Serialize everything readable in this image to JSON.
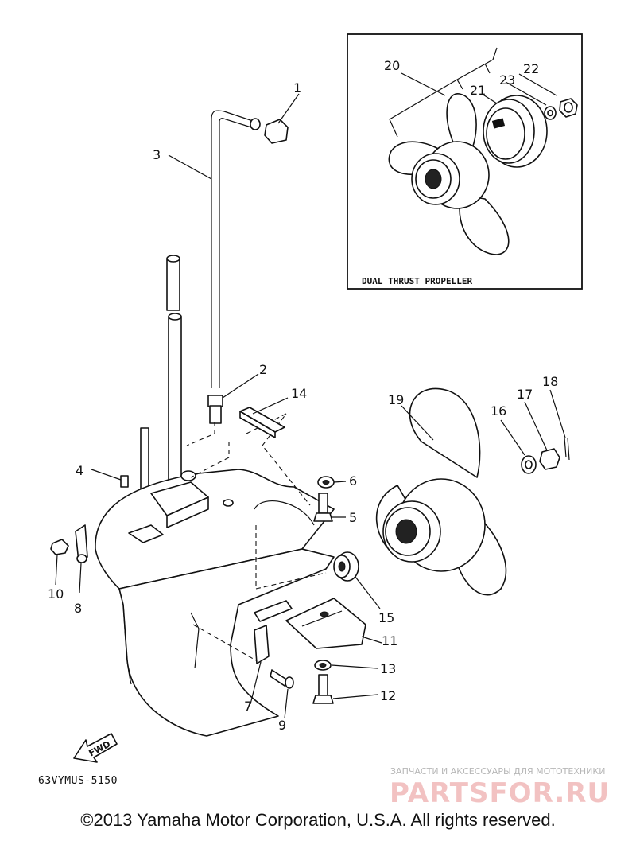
{
  "callouts": {
    "c1": "1",
    "c2": "2",
    "c3": "3",
    "c4": "4",
    "c5": "5",
    "c6": "6",
    "c7": "7",
    "c8": "8",
    "c9": "9",
    "c10": "10",
    "c11": "11",
    "c12": "12",
    "c13": "13",
    "c14": "14",
    "c15": "15",
    "c16": "16",
    "c17": "17",
    "c18": "18",
    "c19": "19",
    "c20": "20",
    "c21": "21",
    "c22": "22",
    "c23": "23"
  },
  "inset": {
    "caption": "DUAL THRUST PROPELLER"
  },
  "diagram_code": "63VYMUS-5150",
  "fwd_label": "FWD",
  "watermark": {
    "tagline": "ЗАПЧАСТИ И АКСЕССУАРЫ ДЛЯ МОТОТЕХНИКИ",
    "brand": "PARTSFOR.RU"
  },
  "copyright": "©2013 Yamaha Motor Corporation, U.S.A. All rights reserved."
}
